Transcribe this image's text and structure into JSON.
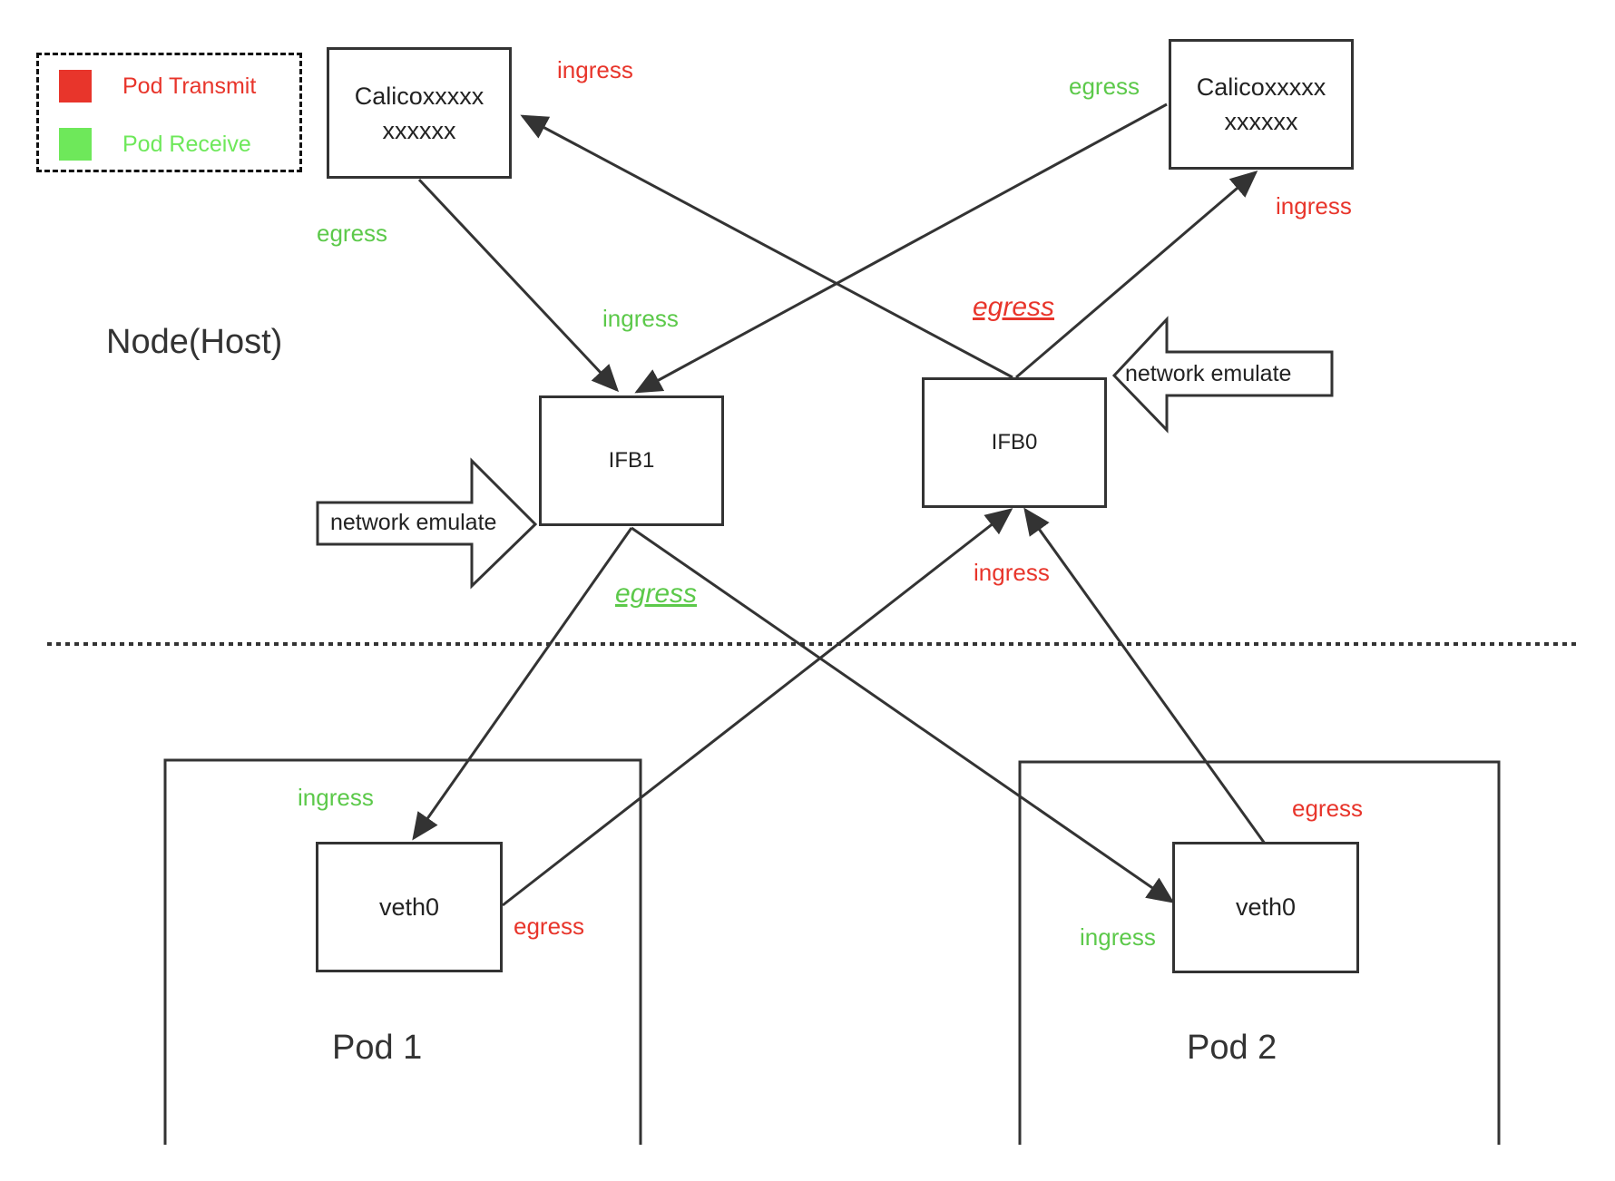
{
  "colors": {
    "transmit": "#e8352b",
    "receive": "#6ee85a",
    "receive_text": "#5cc94a",
    "line": "#333333"
  },
  "legend": {
    "transmit_label": "Pod Transmit",
    "receive_label": "Pod Receive"
  },
  "node_label": "Node(Host)",
  "pods": {
    "pod1": "Pod 1",
    "pod2": "Pod 2"
  },
  "boxes": {
    "calico_left": [
      "Calicoxxxxx",
      "xxxxxx"
    ],
    "calico_right": [
      "Calicoxxxxx",
      "xxxxxx"
    ],
    "ifb1": "IFB1",
    "ifb0": "IFB0",
    "veth_left": "veth0",
    "veth_right": "veth0"
  },
  "emulate": {
    "left": "network emulate",
    "right": "network emulate"
  },
  "labels": {
    "calico_left_ingress": "ingress",
    "calico_left_egress": "egress",
    "calico_right_egress": "egress",
    "calico_right_ingress": "ingress",
    "ifb1_ingress": "ingress",
    "ifb1_egress": "egress",
    "ifb0_egress": "egress",
    "ifb0_ingress": "ingress",
    "veth_left_ingress": "ingress",
    "veth_left_egress": "egress",
    "veth_right_egress": "egress",
    "veth_right_ingress": "ingress"
  }
}
